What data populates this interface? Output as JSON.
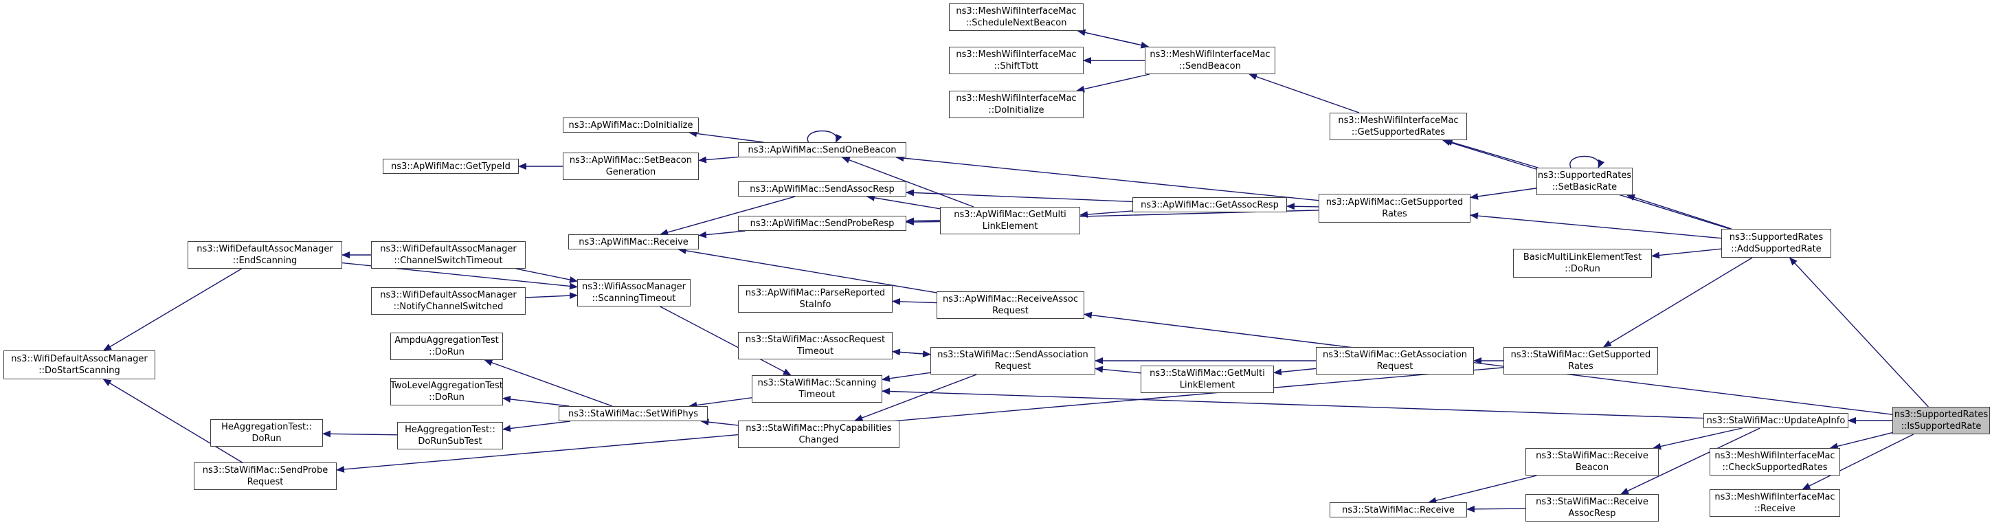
{
  "colors": {
    "edge": "#191970",
    "node_border": "#404040",
    "root_fill": "#bfbfbf",
    "node_fill": "#ffffff"
  },
  "nodes": {
    "is_supported_rate": {
      "lines": [
        "ns3::SupportedRates",
        "::IsSupportedRate"
      ],
      "root": true
    },
    "update_ap_info": {
      "lines": [
        "ns3::StaWifiMac::UpdateApInfo"
      ]
    },
    "check_supported_rates": {
      "lines": [
        "ns3::MeshWifiInterfaceMac",
        "::CheckSupportedRates"
      ]
    },
    "mesh_receive": {
      "lines": [
        "ns3::MeshWifiInterfaceMac",
        "::Receive"
      ]
    },
    "add_supported_rate": {
      "lines": [
        "ns3::SupportedRates",
        "::AddSupportedRate"
      ]
    },
    "basic_mle_test": {
      "lines": [
        "BasicMultiLinkElementTest",
        "::DoRun"
      ]
    },
    "set_basic_rate": {
      "lines": [
        "ns3::SupportedRates",
        "::SetBasicRate"
      ]
    },
    "mesh_get_supported_rates": {
      "lines": [
        "ns3::MeshWifiInterfaceMac",
        "::GetSupportedRates"
      ]
    },
    "mesh_schedule_next_beacon": {
      "lines": [
        "ns3::MeshWifiInterfaceMac",
        "::ScheduleNextBeacon"
      ]
    },
    "mesh_shift_tbtt": {
      "lines": [
        "ns3::MeshWifiInterfaceMac",
        "::ShiftTbtt"
      ]
    },
    "mesh_send_beacon": {
      "lines": [
        "ns3::MeshWifiInterfaceMac",
        "::SendBeacon"
      ]
    },
    "mesh_do_initialize": {
      "lines": [
        "ns3::MeshWifiInterfaceMac",
        "::DoInitialize"
      ]
    },
    "ap_get_supported_rates": {
      "lines": [
        "ns3::ApWifiMac::GetSupported",
        "Rates"
      ]
    },
    "ap_get_assoc_resp": {
      "lines": [
        "ns3::ApWifiMac::GetAssocResp"
      ]
    },
    "ap_get_multi_link_element": {
      "lines": [
        "ns3::ApWifiMac::GetMulti",
        "LinkElement"
      ]
    },
    "ap_send_one_beacon": {
      "lines": [
        "ns3::ApWifiMac::SendOneBeacon"
      ]
    },
    "ap_do_initialize": {
      "lines": [
        "ns3::ApWifiMac::DoInitialize"
      ]
    },
    "ap_set_beacon_generation": {
      "lines": [
        "ns3::ApWifiMac::SetBeacon",
        "Generation"
      ]
    },
    "ap_get_type_id": {
      "lines": [
        "ns3::ApWifiMac::GetTypeId"
      ]
    },
    "ap_send_assoc_resp": {
      "lines": [
        "ns3::ApWifiMac::SendAssocResp"
      ]
    },
    "ap_send_probe_resp": {
      "lines": [
        "ns3::ApWifiMac::SendProbeResp"
      ]
    },
    "ap_receive": {
      "lines": [
        "ns3::ApWifiMac::Receive"
      ]
    },
    "ap_parse_reported_sta_info": {
      "lines": [
        "ns3::ApWifiMac::ParseReported",
        "StaInfo"
      ]
    },
    "ap_receive_assoc_request": {
      "lines": [
        "ns3::ApWifiMac::ReceiveAssoc",
        "Request"
      ]
    },
    "wda_end_scanning": {
      "lines": [
        "ns3::WifiDefaultAssocManager",
        "::EndScanning"
      ]
    },
    "wda_channel_switch_timeout": {
      "lines": [
        "ns3::WifiDefaultAssocManager",
        "::ChannelSwitchTimeout"
      ]
    },
    "wda_notify_channel_switched": {
      "lines": [
        "ns3::WifiDefaultAssocManager",
        "::NotifyChannelSwitched"
      ]
    },
    "wam_scanning_timeout": {
      "lines": [
        "ns3::WifiAssocManager",
        "::ScanningTimeout"
      ]
    },
    "wda_do_start_scanning": {
      "lines": [
        "ns3::WifiDefaultAssocManager",
        "::DoStartScanning"
      ]
    },
    "sta_assoc_request_timeout": {
      "lines": [
        "ns3::StaWifiMac::AssocRequest",
        "Timeout"
      ]
    },
    "sta_send_association_request": {
      "lines": [
        "ns3::StaWifiMac::SendAssociation",
        "Request"
      ]
    },
    "sta_get_association_request": {
      "lines": [
        "ns3::StaWifiMac::GetAssociation",
        "Request"
      ]
    },
    "sta_get_supported_rates": {
      "lines": [
        "ns3::StaWifiMac::GetSupported",
        "Rates"
      ]
    },
    "sta_get_multi_link_element": {
      "lines": [
        "ns3::StaWifiMac::GetMulti",
        "LinkElement"
      ]
    },
    "sta_scanning_timeout": {
      "lines": [
        "ns3::StaWifiMac::Scanning",
        "Timeout"
      ]
    },
    "sta_phy_capabilities_changed": {
      "lines": [
        "ns3::StaWifiMac::PhyCapabilities",
        "Changed"
      ]
    },
    "sta_set_wifi_phys": {
      "lines": [
        "ns3::StaWifiMac::SetWifiPhys"
      ]
    },
    "ampdu_aggregation_test": {
      "lines": [
        "AmpduAggregationTest",
        "::DoRun"
      ]
    },
    "two_level_aggregation_test": {
      "lines": [
        "TwoLevelAggregationTest",
        "::DoRun"
      ]
    },
    "he_aggregation_test_do_run": {
      "lines": [
        "HeAggregationTest::",
        "DoRun"
      ]
    },
    "he_aggregation_test_do_run_sub_test": {
      "lines": [
        "HeAggregationTest::",
        "DoRunSubTest"
      ]
    },
    "sta_send_probe_request": {
      "lines": [
        "ns3::StaWifiMac::SendProbe",
        "Request"
      ]
    },
    "sta_receive_beacon": {
      "lines": [
        "ns3::StaWifiMac::Receive",
        "Beacon"
      ]
    },
    "sta_receive_assoc_resp": {
      "lines": [
        "ns3::StaWifiMac::Receive",
        "AssocResp"
      ]
    },
    "sta_receive": {
      "lines": [
        "ns3::StaWifiMac::Receive"
      ]
    }
  }
}
